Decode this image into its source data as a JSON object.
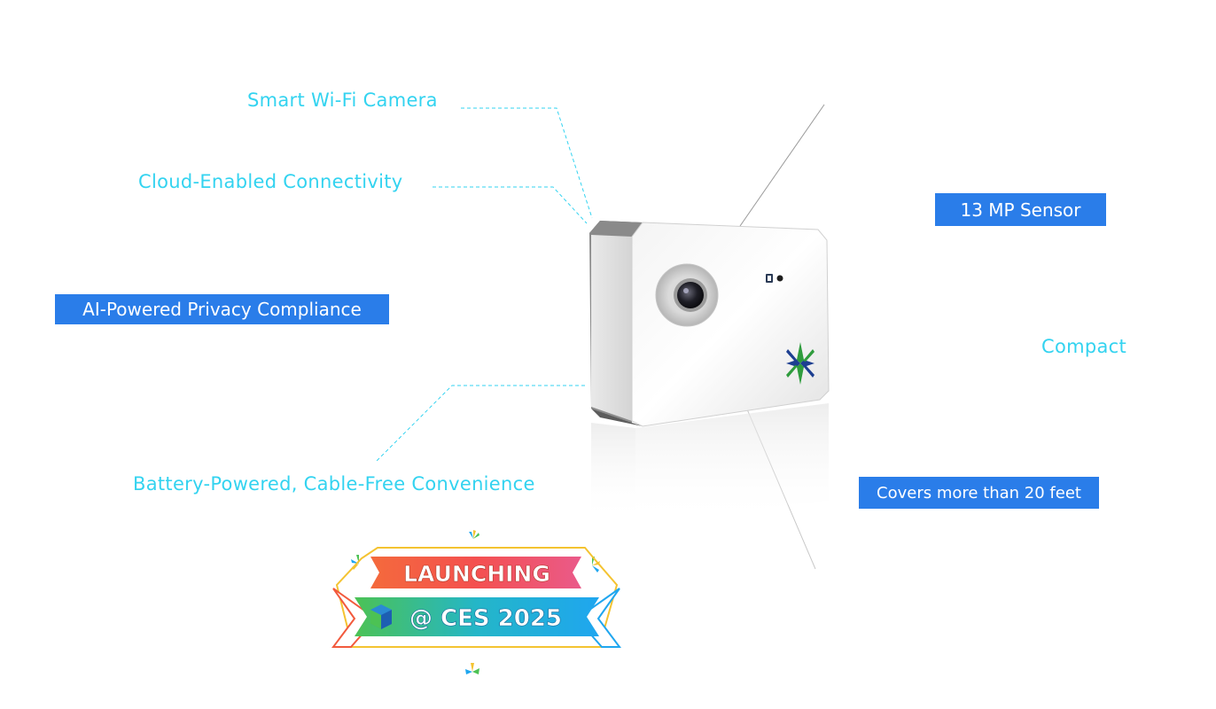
{
  "features": {
    "smart_wifi": "Smart Wi-Fi Camera",
    "cloud": "Cloud-Enabled Connectivity",
    "ai_privacy": "AI-Powered Privacy Compliance",
    "battery": "Battery-Powered, Cable-Free Convenience",
    "sensor": "13 MP Sensor",
    "compact": "Compact",
    "coverage": "Covers more than 20 feet"
  },
  "badge": {
    "line1": "LAUNCHING",
    "line2": "@ CES 2025"
  },
  "colors": {
    "feature_text": "#33d3f0",
    "feature_box": "#2a7de9",
    "badge_top": "#f25d4a",
    "badge_bottom": "#1fb0e6"
  }
}
